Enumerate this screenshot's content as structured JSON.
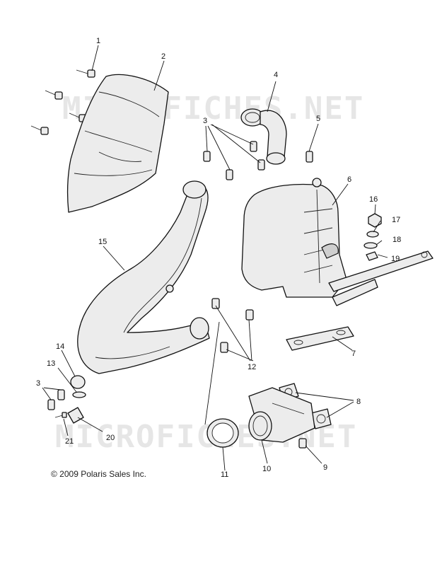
{
  "watermark": "MICROFICHES.NET",
  "copyright": "© 2009 Polaris Sales Inc.",
  "callouts": {
    "c1": "1",
    "c2": "2",
    "c3a": "3",
    "c3b": "3",
    "c4": "4",
    "c5": "5",
    "c6": "6",
    "c7": "7",
    "c8": "8",
    "c9": "9",
    "c10": "10",
    "c11": "11",
    "c12": "12",
    "c13": "13",
    "c14": "14",
    "c15": "15",
    "c16": "16",
    "c17": "17",
    "c18": "18",
    "c19": "19",
    "c20": "20",
    "c21": "21"
  }
}
